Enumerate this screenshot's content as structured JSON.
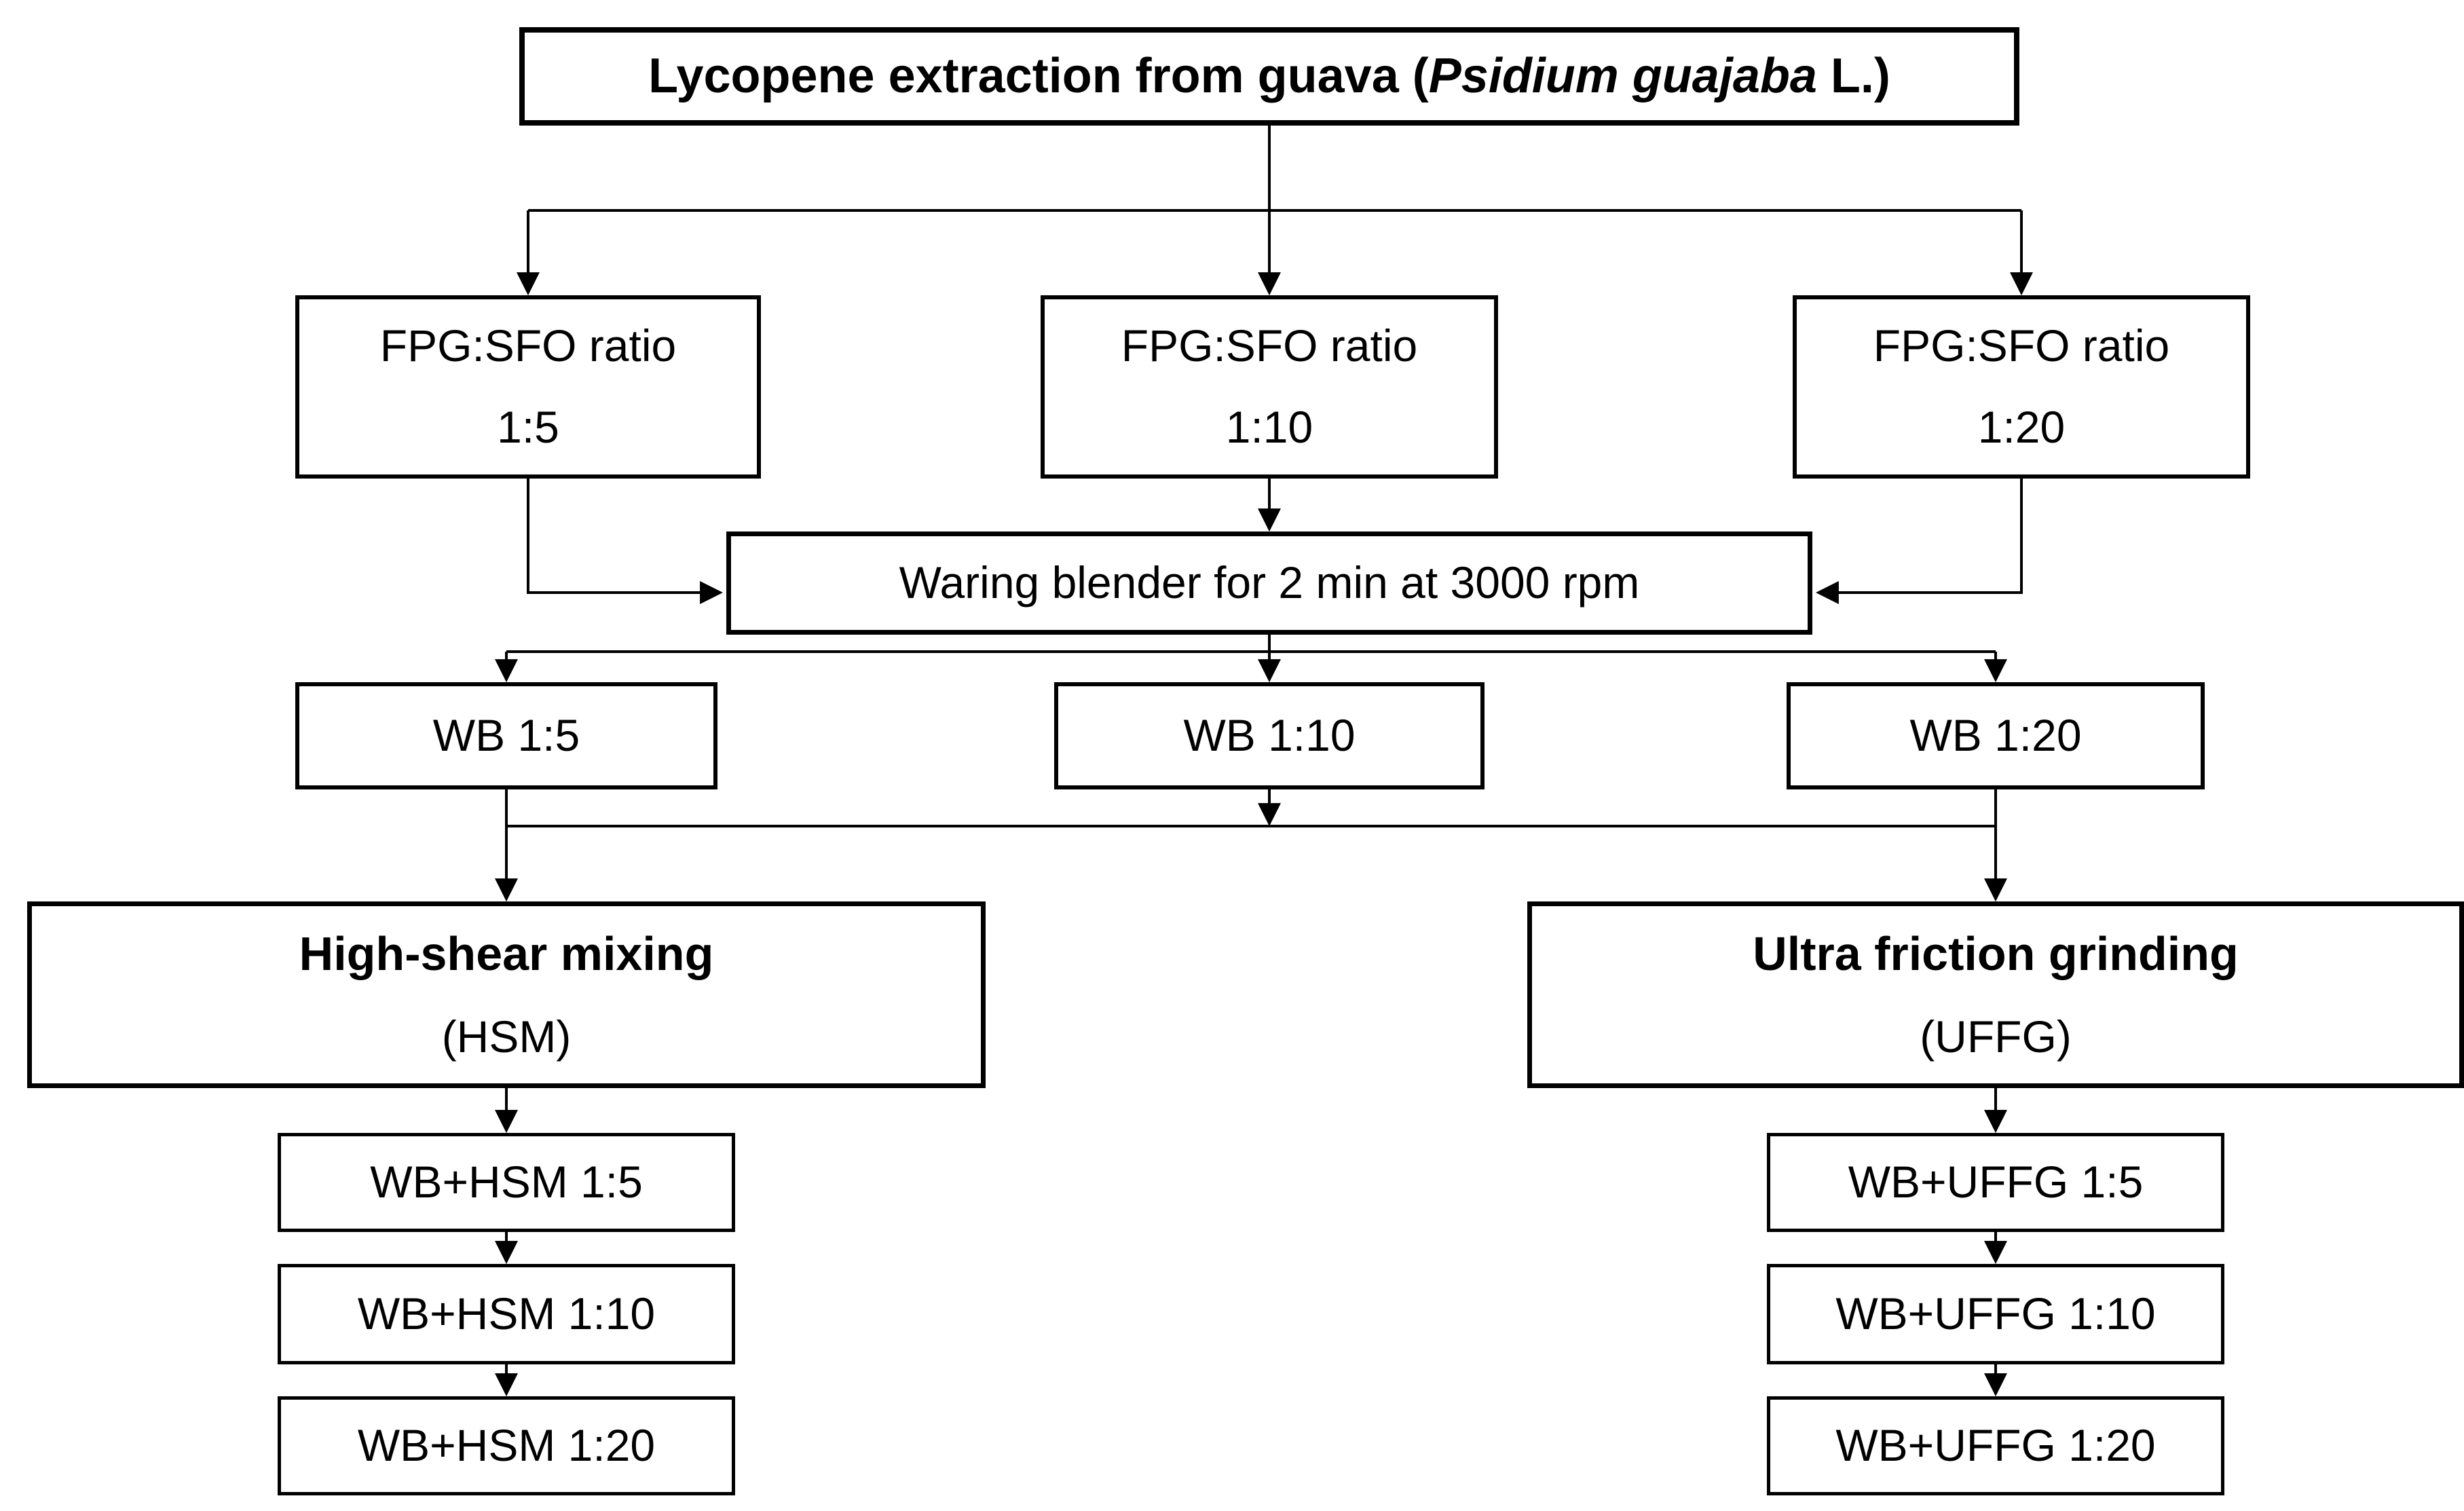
{
  "flowchart": {
    "title": {
      "prefix": "Lycopene extraction from guava (",
      "species": "Psidium guajaba",
      "suffix": " L.)"
    },
    "ratio_row": [
      {
        "line1": "FPG:SFO ratio",
        "line2": "1:5"
      },
      {
        "line1": "FPG:SFO ratio",
        "line2": "1:10"
      },
      {
        "line1": "FPG:SFO ratio",
        "line2": "1:20"
      }
    ],
    "blender": {
      "label": "Waring blender for 2 min at 3000 rpm"
    },
    "wb_row": [
      {
        "label": "WB 1:5"
      },
      {
        "label": "WB 1:10"
      },
      {
        "label": "WB 1:20"
      }
    ],
    "hsm_branch": {
      "name": "High-shear mixing",
      "abbr": "(HSM)"
    },
    "uffg_branch": {
      "name": "Ultra friction grinding",
      "abbr": "(UFFG)"
    },
    "hsm_chain": [
      {
        "label": "WB+HSM 1:5"
      },
      {
        "label": "WB+HSM 1:10"
      },
      {
        "label": "WB+HSM 1:20"
      }
    ],
    "uffg_chain": [
      {
        "label": "WB+UFFG 1:5"
      },
      {
        "label": "WB+UFFG 1:10"
      },
      {
        "label": "WB+UFFG 1:20"
      }
    ]
  },
  "colors": {
    "background": "#ffffff",
    "line": "#000000",
    "border": "#000000",
    "text": "#000000"
  }
}
